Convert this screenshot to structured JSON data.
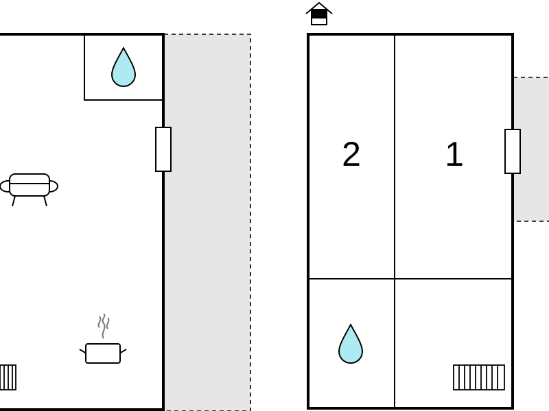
{
  "floorplan": {
    "rooms": [
      {
        "id": "room-1",
        "label": "1"
      },
      {
        "id": "room-2",
        "label": "2"
      }
    ],
    "icons": [
      "entrance-icon",
      "bathroom-drop-icon",
      "sofa-icon",
      "kitchen-pot-icon",
      "radiator-icon",
      "door-icon"
    ],
    "colors": {
      "wall": "#000000",
      "terrace": "#e6e6e6",
      "water": "#aeeaf2",
      "background": "#ffffff"
    }
  }
}
